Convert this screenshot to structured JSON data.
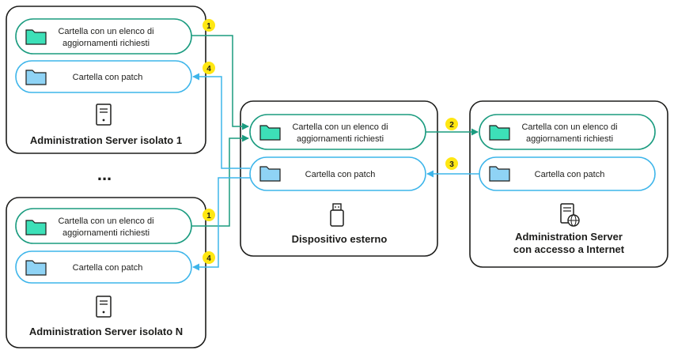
{
  "isolated_1": {
    "title": "Administration Server isolato 1",
    "requests_label_line1": "Cartella con un elenco di",
    "requests_label_line2": "aggiornamenti richiesti",
    "patch_label": "Cartella con patch"
  },
  "isolated_n": {
    "title": "Administration Server isolato N",
    "requests_label_line1": "Cartella con un elenco di",
    "requests_label_line2": "aggiornamenti richiesti",
    "patch_label": "Cartella con patch"
  },
  "ellipsis": "...",
  "external_device": {
    "title": "Dispositivo esterno",
    "requests_label_line1": "Cartella con un elenco di",
    "requests_label_line2": "aggiornamenti richiesti",
    "patch_label": "Cartella con patch"
  },
  "internet_server": {
    "title_line1": "Administration Server",
    "title_line2": "con accesso a Internet",
    "requests_label_line1": "Cartella con un elenco di",
    "requests_label_line2": "aggiornamenti richiesti",
    "patch_label": "Cartella con patch"
  },
  "steps": {
    "step1": "1",
    "step2": "2",
    "step3": "3",
    "step4": "4"
  },
  "colors": {
    "requests_folder": "#3de0b8",
    "patch_folder": "#8fd3f5",
    "green_line": "#1a9b7f",
    "blue_line": "#3db5ea",
    "badge": "#ffe712"
  },
  "icons": {
    "server": "server-icon",
    "usb": "usb-drive-icon",
    "internet_server": "server-globe-icon",
    "folder": "folder-icon"
  }
}
